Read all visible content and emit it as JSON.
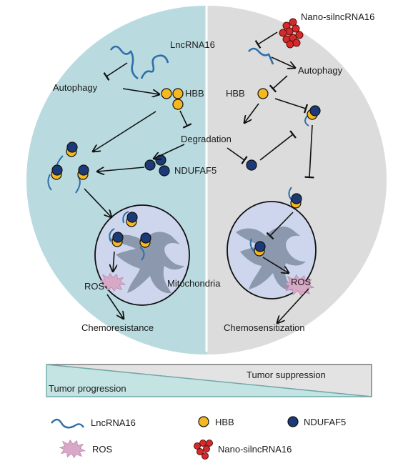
{
  "labels": {
    "lncrna16": "LncRNA16",
    "nano_silncrna16": "Nano-silncRNA16",
    "autophagy_left": "Autophagy",
    "autophagy_right": "Autophagy",
    "hbb_left": "HBB",
    "hbb_right": "HBB",
    "degradation": "Degradation",
    "ndufaf5": "NDUFAF5",
    "mitochondria": "Mitochondria",
    "ros_left": "ROS",
    "ros_right": "ROS",
    "chemoresistance": "Chemoresistance",
    "chemosensitization": "Chemosensitization"
  },
  "progress_bar": {
    "left_label": "Tumor progression",
    "right_label": "Tumor suppression"
  },
  "legend": {
    "lncrna16": "LncRNA16",
    "hbb": "HBB",
    "ndufaf5": "NDUFAF5",
    "ros": "ROS",
    "nano": "Nano-silncRNA16"
  },
  "colors": {
    "left_panel": "#b9dbe0",
    "right_panel": "#dcdcdc",
    "mito_fill": "#cdd6ec",
    "mito_cristae": "#8c98ad",
    "hbb": "#f7b81f",
    "ndufaf5": "#1d3a78",
    "rna": "#2f6fa8",
    "ros": "#d6a9c4",
    "nano": "#d42a2a",
    "wedge_teal": "#c4e3e3",
    "wedge_grey": "#e3e3e3"
  }
}
